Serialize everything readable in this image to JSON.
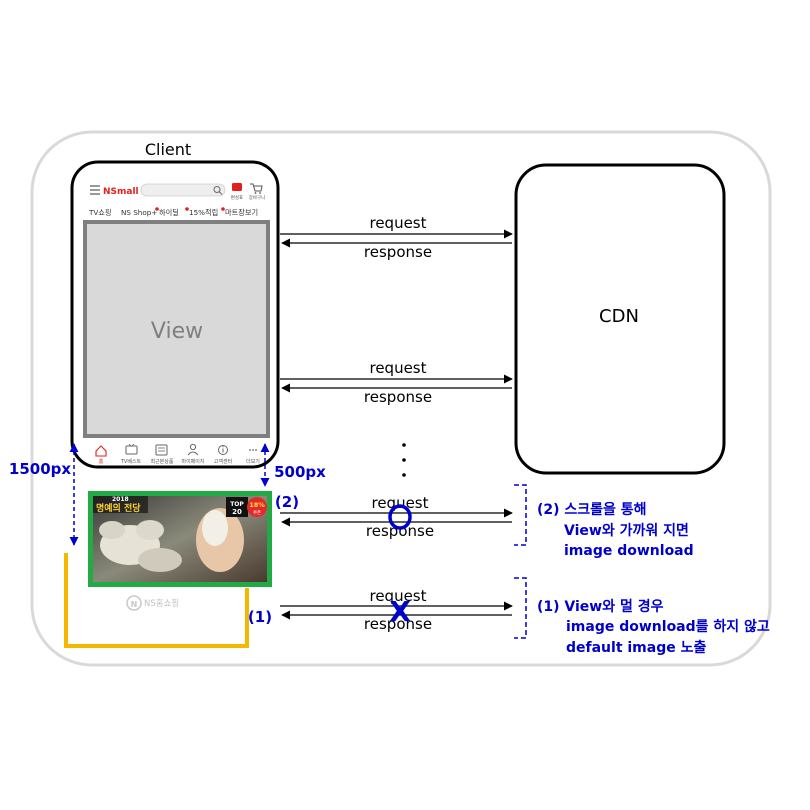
{
  "client": {
    "title": "Client"
  },
  "phone": {
    "logo": "NSmall",
    "header_icons": [
      "편성표",
      "장바구니"
    ],
    "nav_tabs": [
      "TV쇼핑",
      "NS Shop+",
      "하이딜",
      "15%적립",
      "마트장보기"
    ],
    "view_label": "View",
    "bottom_nav": [
      "홈",
      "TV베스트",
      "최근본상품",
      "마이페이지",
      "고객센터",
      "더보기"
    ]
  },
  "cdn": {
    "label": "CDN"
  },
  "arrows": [
    {
      "request": "request",
      "response": "response"
    },
    {
      "request": "request",
      "response": "response"
    },
    {
      "request": "request",
      "response": "response"
    },
    {
      "request": "request",
      "response": "response"
    }
  ],
  "ellipsis": "⋮",
  "measures": {
    "far": "1500px",
    "near": "500px"
  },
  "near_image": {
    "marker": "(2)",
    "year": "2018",
    "title": "명예의 전당",
    "top_badge": [
      "TOP",
      "20"
    ],
    "discount": [
      "18%",
      "쿠폰"
    ],
    "result": "O"
  },
  "far_image": {
    "marker": "(1)",
    "placeholder": "NS홈쇼핑",
    "result": "X"
  },
  "notes": {
    "near": [
      "(2) 스크롤을 통해",
      "View와 가까워 지면",
      "image download"
    ],
    "far": [
      "(1) View와 멀 경우",
      "image download를 하지 않고",
      "default image 노출"
    ]
  },
  "colors": {
    "blue": "#0000cc",
    "near_frame": "#22aa44",
    "far_frame": "#f5b800",
    "view_fill": "#d9d9d9",
    "outer_border": "#d9d9d9"
  }
}
